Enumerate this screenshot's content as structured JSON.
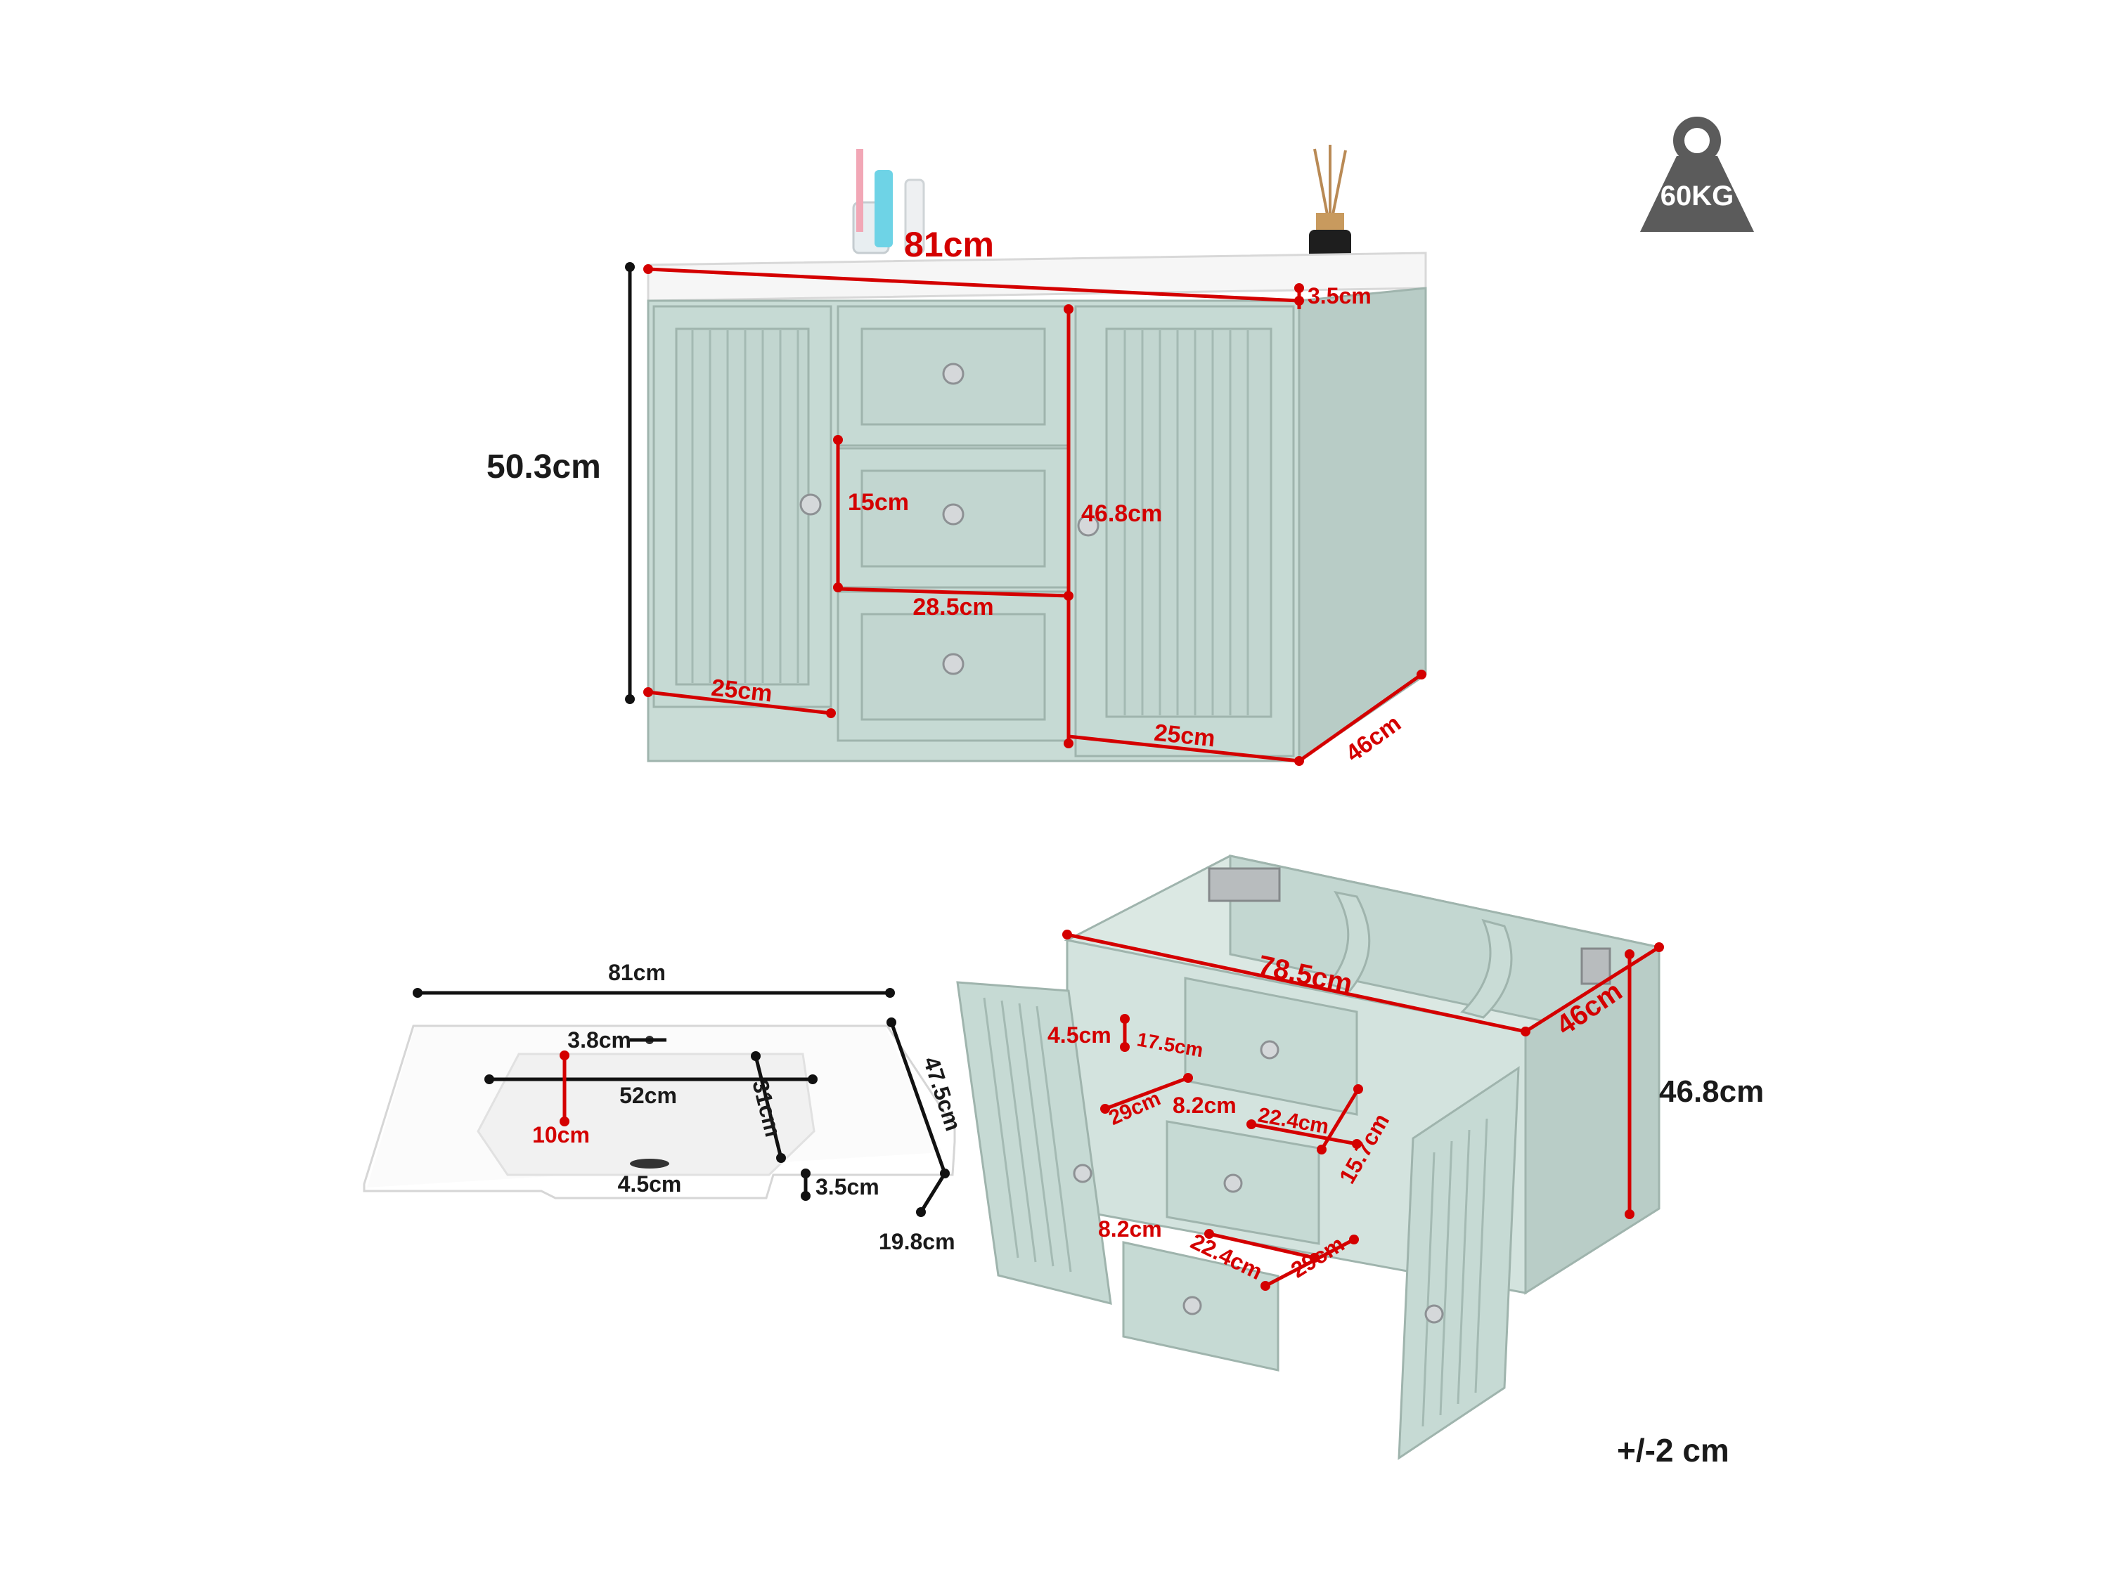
{
  "weight_badge": {
    "label": "60KG",
    "icon": "weight-icon",
    "color": "#5b5b5b"
  },
  "tolerance": "+/-2 cm",
  "colors": {
    "cabinet": "#c9dcd6",
    "cabinet_dark": "#aec6bf",
    "dimension_red": "#d40000",
    "dimension_black": "#111111"
  },
  "front_view": {
    "total_width": "81cm",
    "top_thickness": "3.5cm",
    "total_height": "50.3cm",
    "body_height": "46.8cm",
    "drawer_height": "15cm",
    "drawer_width": "28.5cm",
    "left_door_width": "25cm",
    "right_door_width": "25cm",
    "depth": "46cm"
  },
  "basin_view": {
    "width": "81cm",
    "depth": "47.5cm",
    "tap_hole": "3.8cm",
    "bowl_width": "52cm",
    "bowl_offset": "10cm",
    "bowl_depth": "31cm",
    "drain": "4.5cm",
    "rim_thickness": "3.5cm",
    "bowl_height": "19.8cm"
  },
  "open_view": {
    "inner_width": "78.5cm",
    "depth": "46cm",
    "height": "46.8cm",
    "gap": "4.5cm",
    "drawer_front_height": "17.5cm",
    "top_drawer_depth": "29cm",
    "mid_side": "8.2cm",
    "mid_width": "22.4cm",
    "mid_height": "15.7cm",
    "low_side": "8.2cm",
    "low_width": "22.4cm",
    "low_depth": "29cm"
  }
}
